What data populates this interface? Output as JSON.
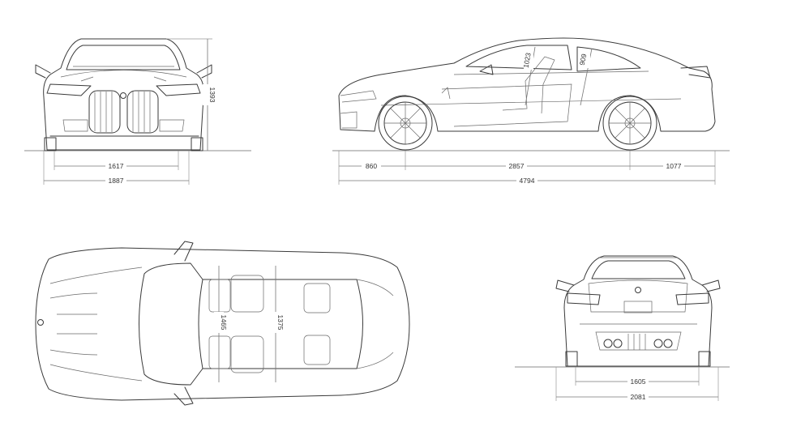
{
  "front_view": {
    "height": "1393",
    "track_front": "1617",
    "width_body": "1887"
  },
  "side_view": {
    "front_overhang": "860",
    "wheelbase": "2857",
    "rear_overhang": "1077",
    "length": "4794",
    "headroom_front": "1023",
    "headroom_rear": "909"
  },
  "top_view": {
    "shoulder_front": "1465",
    "shoulder_rear": "1375"
  },
  "rear_view": {
    "track_rear": "1605",
    "width_mirrors": "2081"
  },
  "icons": [
    "bmw-roundel-icon"
  ],
  "colors": {
    "line": "#3a3a3a",
    "dimension": "#777777",
    "background": "#ffffff"
  }
}
